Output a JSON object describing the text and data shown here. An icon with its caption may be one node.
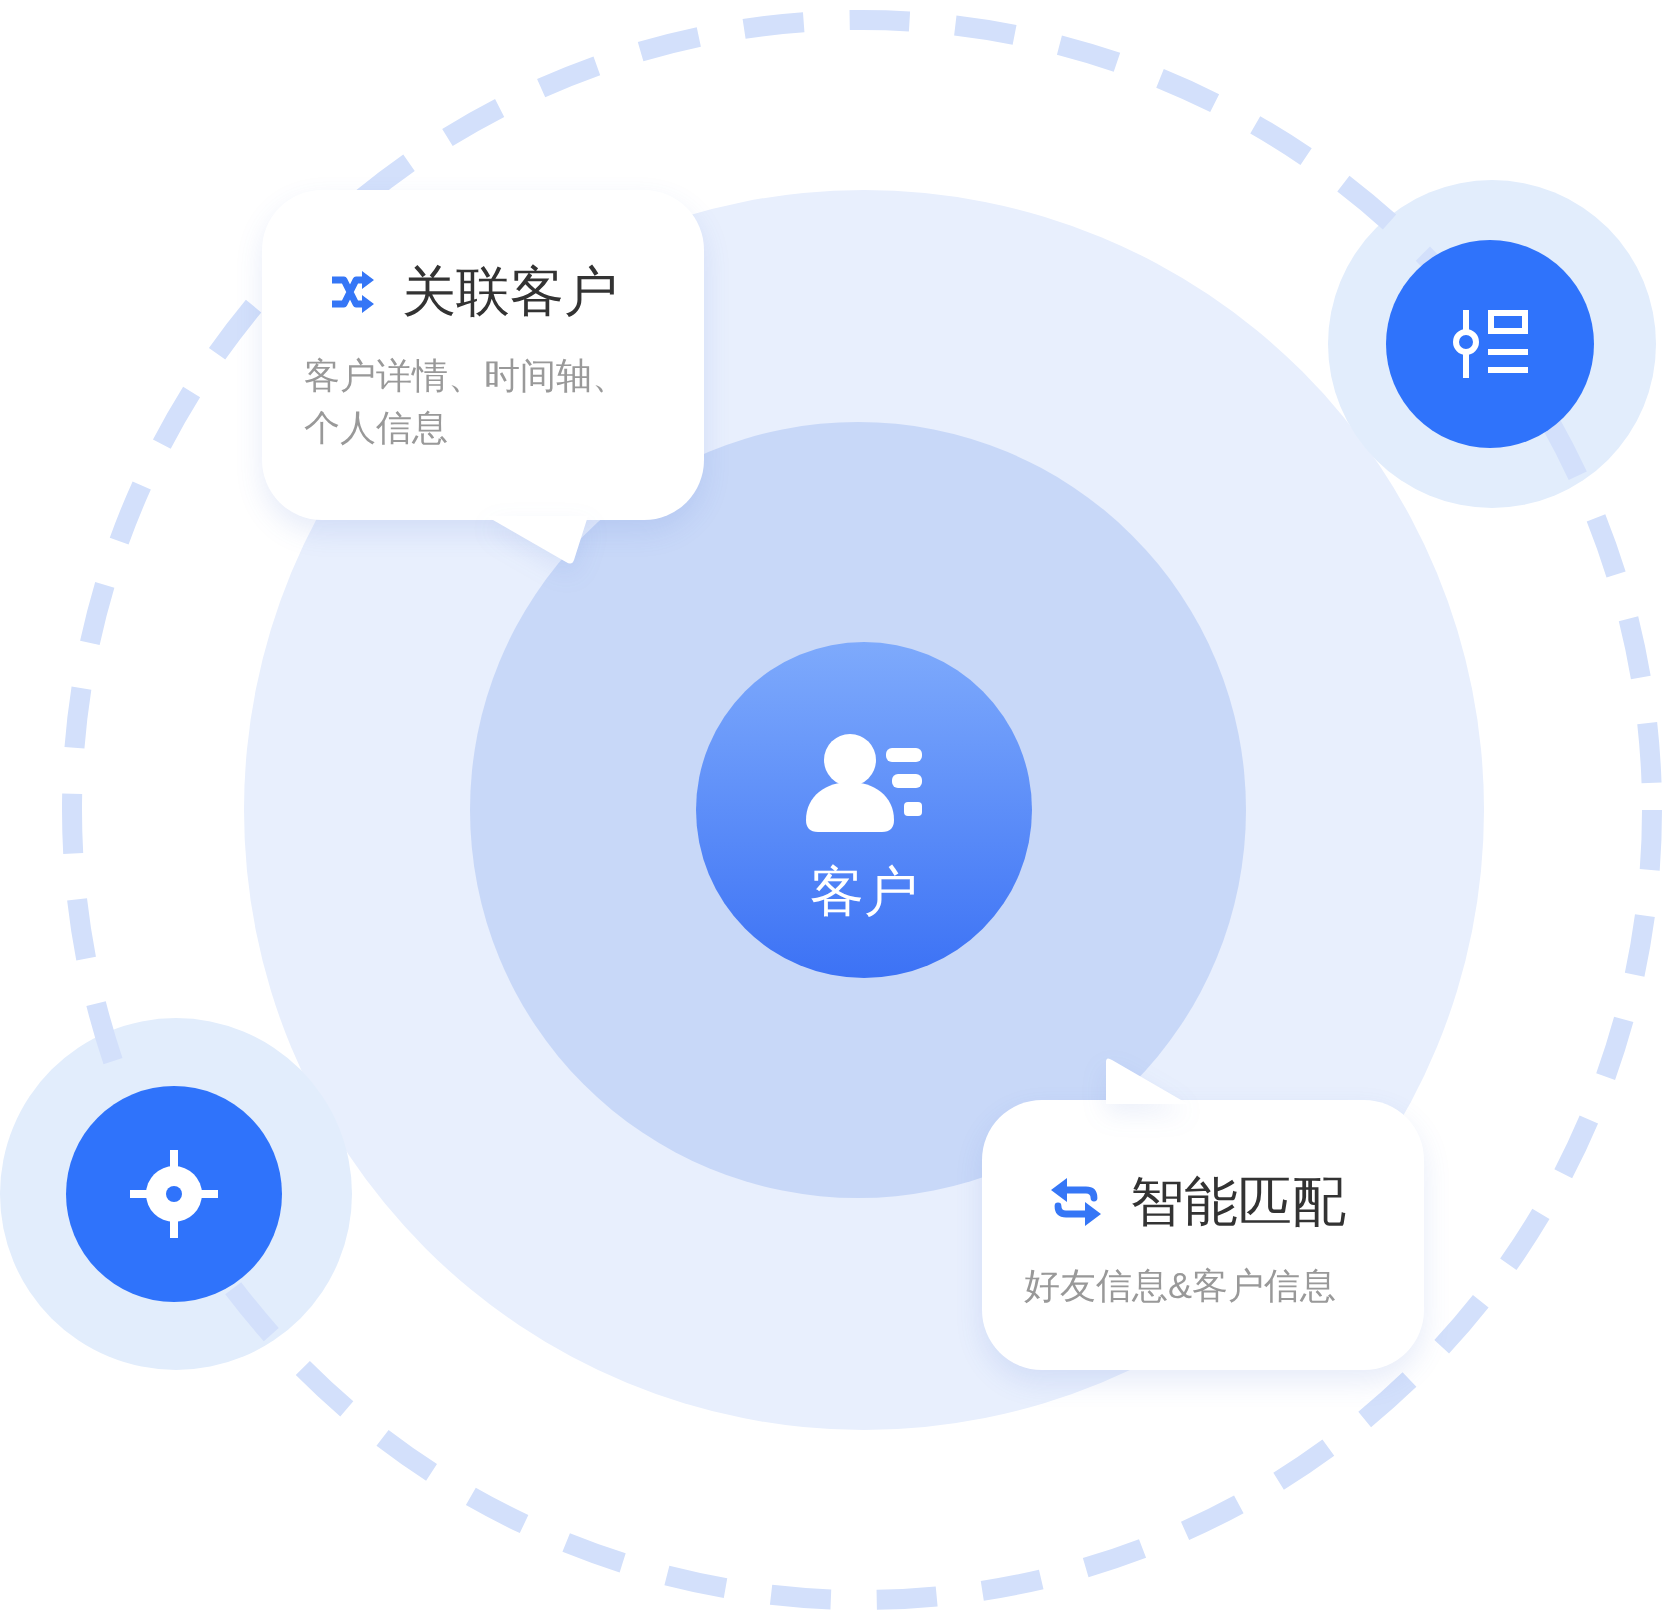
{
  "diagram": {
    "nodes": [
      {
        "text": [
          "关联客户",
          "客户详情、时间轴、个人信息"
        ]
      },
      {
        "text": [],
        "shape": "circle"
      },
      {
        "text": [
          "客户"
        ]
      },
      {
        "text": [],
        "shape": "circle"
      },
      {
        "text": [
          "智能匹配",
          "好友信息&客户信息"
        ]
      }
    ]
  }
}
